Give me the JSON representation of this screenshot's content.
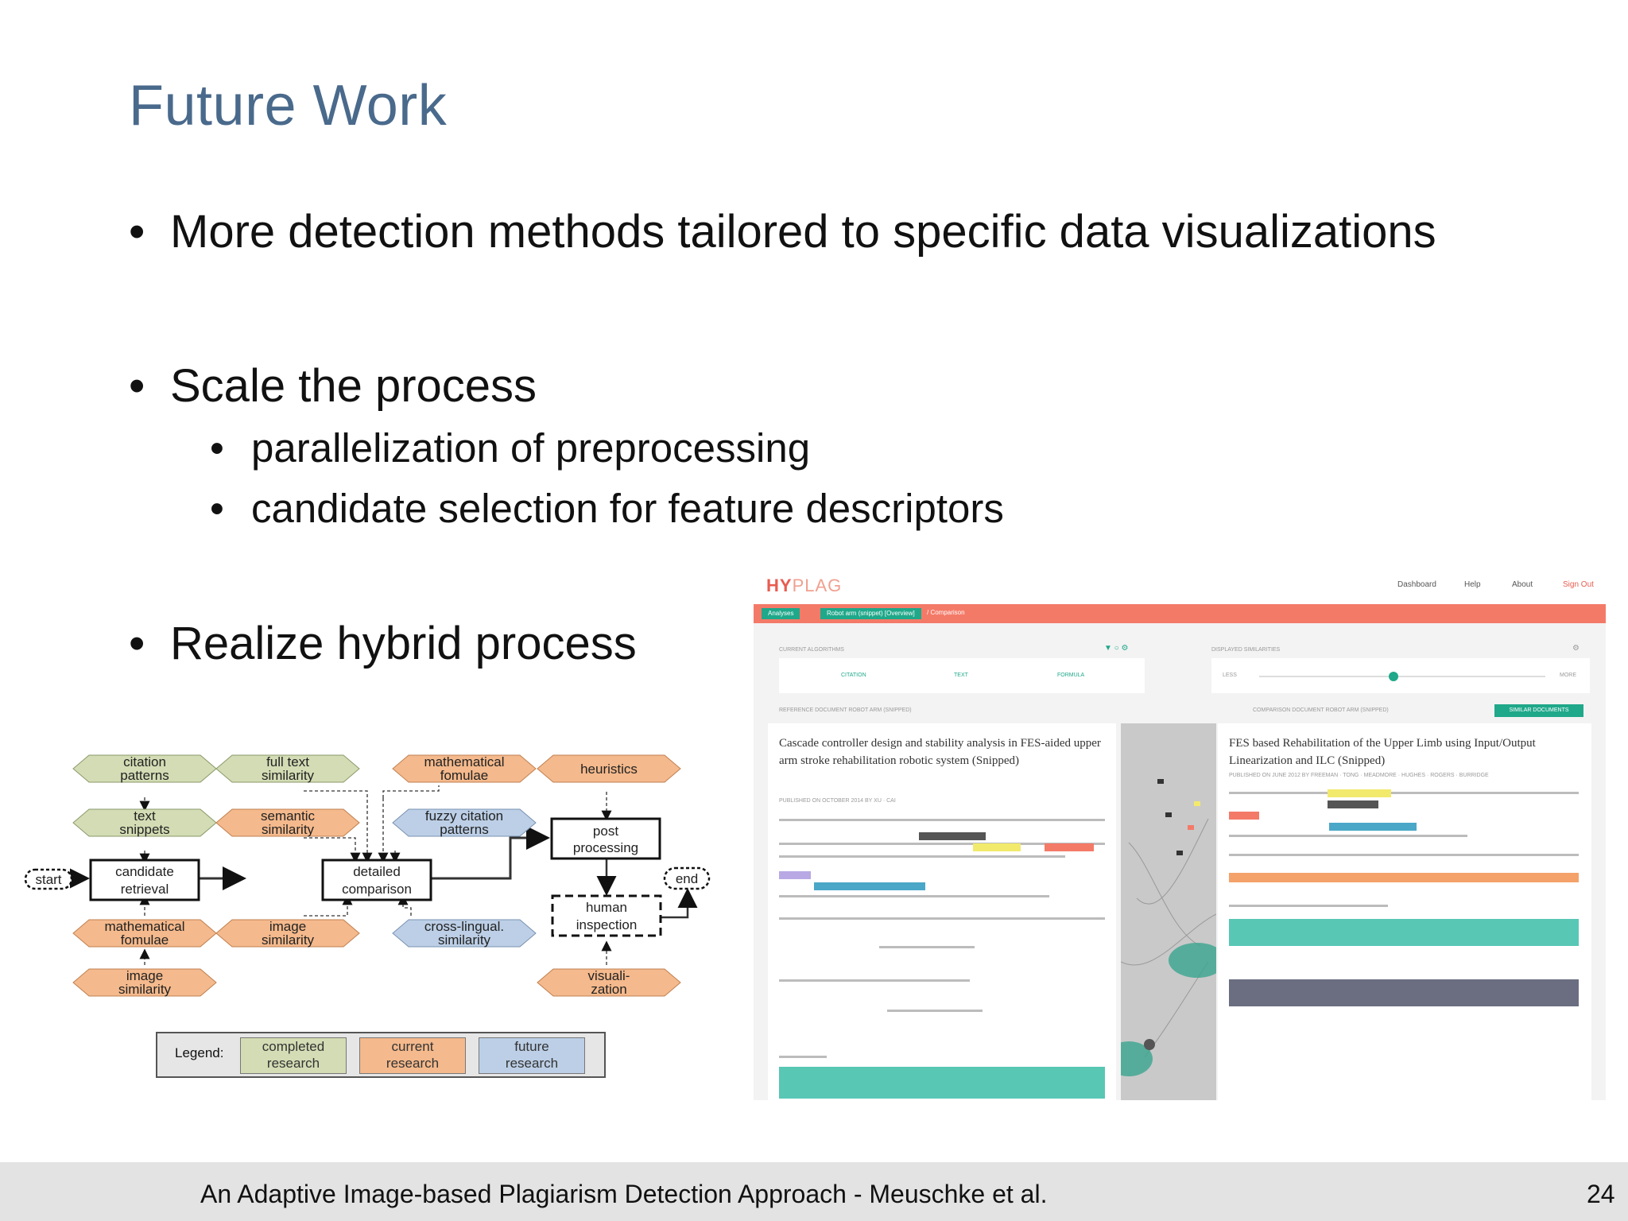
{
  "slide": {
    "title": "Future Work",
    "bullets": [
      "More detection methods tailored to specific data visualizations",
      "Scale the process",
      "Realize hybrid process"
    ],
    "sub_bullets": [
      "parallelization of preprocessing",
      "candidate selection for feature descriptors"
    ],
    "bullet_char": "•",
    "footer": "An Adaptive Image-based Plagiarism Detection Approach - Meuschke et al.",
    "page_number": "24"
  },
  "diagram": {
    "nodes": {
      "citation_patterns": [
        "citation",
        "patterns"
      ],
      "full_text_similarity": [
        "full text",
        "similarity"
      ],
      "mathematical_fomulae_top": [
        "mathematical",
        "fomulae"
      ],
      "heuristics": [
        "heuristics"
      ],
      "text_snippets": [
        "text",
        "snippets"
      ],
      "semantic_similarity": [
        "semantic",
        "similarity"
      ],
      "fuzzy_citation_patterns": [
        "fuzzy citation",
        "patterns"
      ],
      "post_processing": [
        "post",
        "processing"
      ],
      "start": "start",
      "candidate_retrieval": [
        "candidate",
        "retrieval"
      ],
      "detailed_comparison": [
        "detailed",
        "comparison"
      ],
      "end": "end",
      "human_inspection": [
        "human",
        "inspection"
      ],
      "mathematical_fomulae_bottom": [
        "mathematical",
        "fomulae"
      ],
      "image_similarity_mid": [
        "image",
        "similarity"
      ],
      "cross_lingual_similarity": [
        "cross-lingual.",
        "similarity"
      ],
      "image_similarity_low": [
        "image",
        "similarity"
      ],
      "visualization": [
        "visuali-",
        "zation"
      ]
    },
    "colors": {
      "completed": "#d3dcb4",
      "current": "#f4b98c",
      "future": "#bccfe6"
    },
    "legend": {
      "label": "Legend:",
      "completed": [
        "completed",
        "research"
      ],
      "current": [
        "current",
        "research"
      ],
      "future": [
        "future",
        "research"
      ]
    }
  },
  "screenshot": {
    "logo_hy": "HY",
    "logo_plag": "PLAG",
    "nav": [
      "Dashboard",
      "Help",
      "About",
      "Sign Out"
    ],
    "breadcrumbs": [
      "Analyses",
      "Robot arm (snippet) [Overview]",
      "/ Comparison"
    ],
    "current_algorithms_label": "CURRENT ALGORITHMS",
    "algorithms": [
      "CITATION",
      "TEXT",
      "FORMULA"
    ],
    "displayed_similarities_label": "DISPLAYED SIMILARITIES",
    "slider_less": "LESS",
    "slider_more": "MORE",
    "reference_label": "REFERENCE DOCUMENT   ROBOT ARM (SNIPPED)",
    "comparison_label": "COMPARISON DOCUMENT   ROBOT ARM (SNIPPED)",
    "similar_docs_button": "SIMILAR DOCUMENTS",
    "left_doc_title": "Cascade controller design and stability analysis in FES-aided upper arm stroke rehabilitation robotic system (Snipped)",
    "left_doc_meta": "PUBLISHED ON  OCTOBER 2014   BY  XU  ·  CAI",
    "right_doc_title": "FES based Rehabilitation of the Upper Limb using Input/Output Linearization and ILC (Snipped)",
    "right_doc_meta": "PUBLISHED ON  JUNE 2012   BY  FREEMAN · TONG · MEADMORE · HUGHES · ROGERS · BURRIDGE"
  }
}
